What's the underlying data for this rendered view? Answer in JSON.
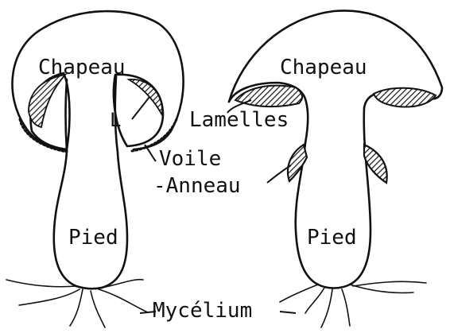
{
  "labels": {
    "chapeau_left": "Chapeau",
    "chapeau_right": "Chapeau",
    "l_marker": "L",
    "lamelles": "Lamelles",
    "voile": "Voile",
    "anneau": "-Anneau",
    "pied_left": "Pied",
    "pied_right": "Pied",
    "mycelium": "Mycélium"
  },
  "colors": {
    "ink": "#111111",
    "paper": "#ffffff"
  }
}
